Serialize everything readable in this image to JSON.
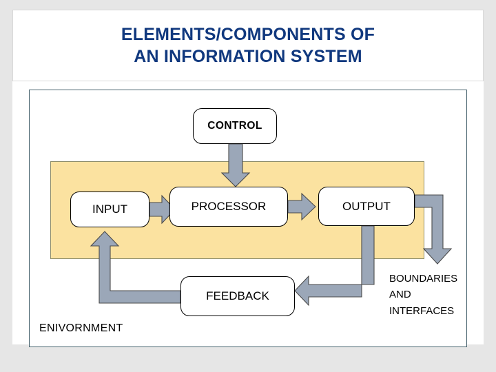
{
  "slide": {
    "title": "ELEMENTS/COMPONENTS OF\nAN INFORMATION SYSTEM",
    "title_color": "#10387e",
    "background_color": "#ffffff",
    "page_edge_color": "#e6e6e6"
  },
  "diagram": {
    "frame_border_color": "#44606b",
    "system_band": {
      "label": "",
      "fill_color": "#fbe2a0",
      "border_color": "#8d8d6b"
    },
    "node_fill_color": "#ffffff",
    "node_border_color": "#000000",
    "arrow_fill_color": "#9ba7b8",
    "arrow_stroke_color": "#4a4a4a",
    "nodes": [
      {
        "id": "control",
        "label": "CONTROL",
        "bold": true
      },
      {
        "id": "input",
        "label": "INPUT",
        "bold": false
      },
      {
        "id": "processor",
        "label": "PROCESSOR",
        "bold": false
      },
      {
        "id": "output",
        "label": "OUTPUT",
        "bold": false
      },
      {
        "id": "feedback",
        "label": "FEEDBACK",
        "bold": false
      }
    ],
    "labels": {
      "environment": "ENIVORNMENT",
      "boundaries": "BOUNDARIES\nAND\nINTERFACES"
    },
    "connections": [
      {
        "from": "control",
        "to": "processor",
        "type": "straight-down"
      },
      {
        "from": "input",
        "to": "processor",
        "type": "straight-right"
      },
      {
        "from": "processor",
        "to": "output",
        "type": "straight-right"
      },
      {
        "from": "output",
        "to": "boundaries",
        "type": "elbow-right-down"
      },
      {
        "from": "output",
        "to": "feedback",
        "type": "elbow-down-left"
      },
      {
        "from": "feedback",
        "to": "input",
        "type": "elbow-left-up"
      }
    ]
  }
}
